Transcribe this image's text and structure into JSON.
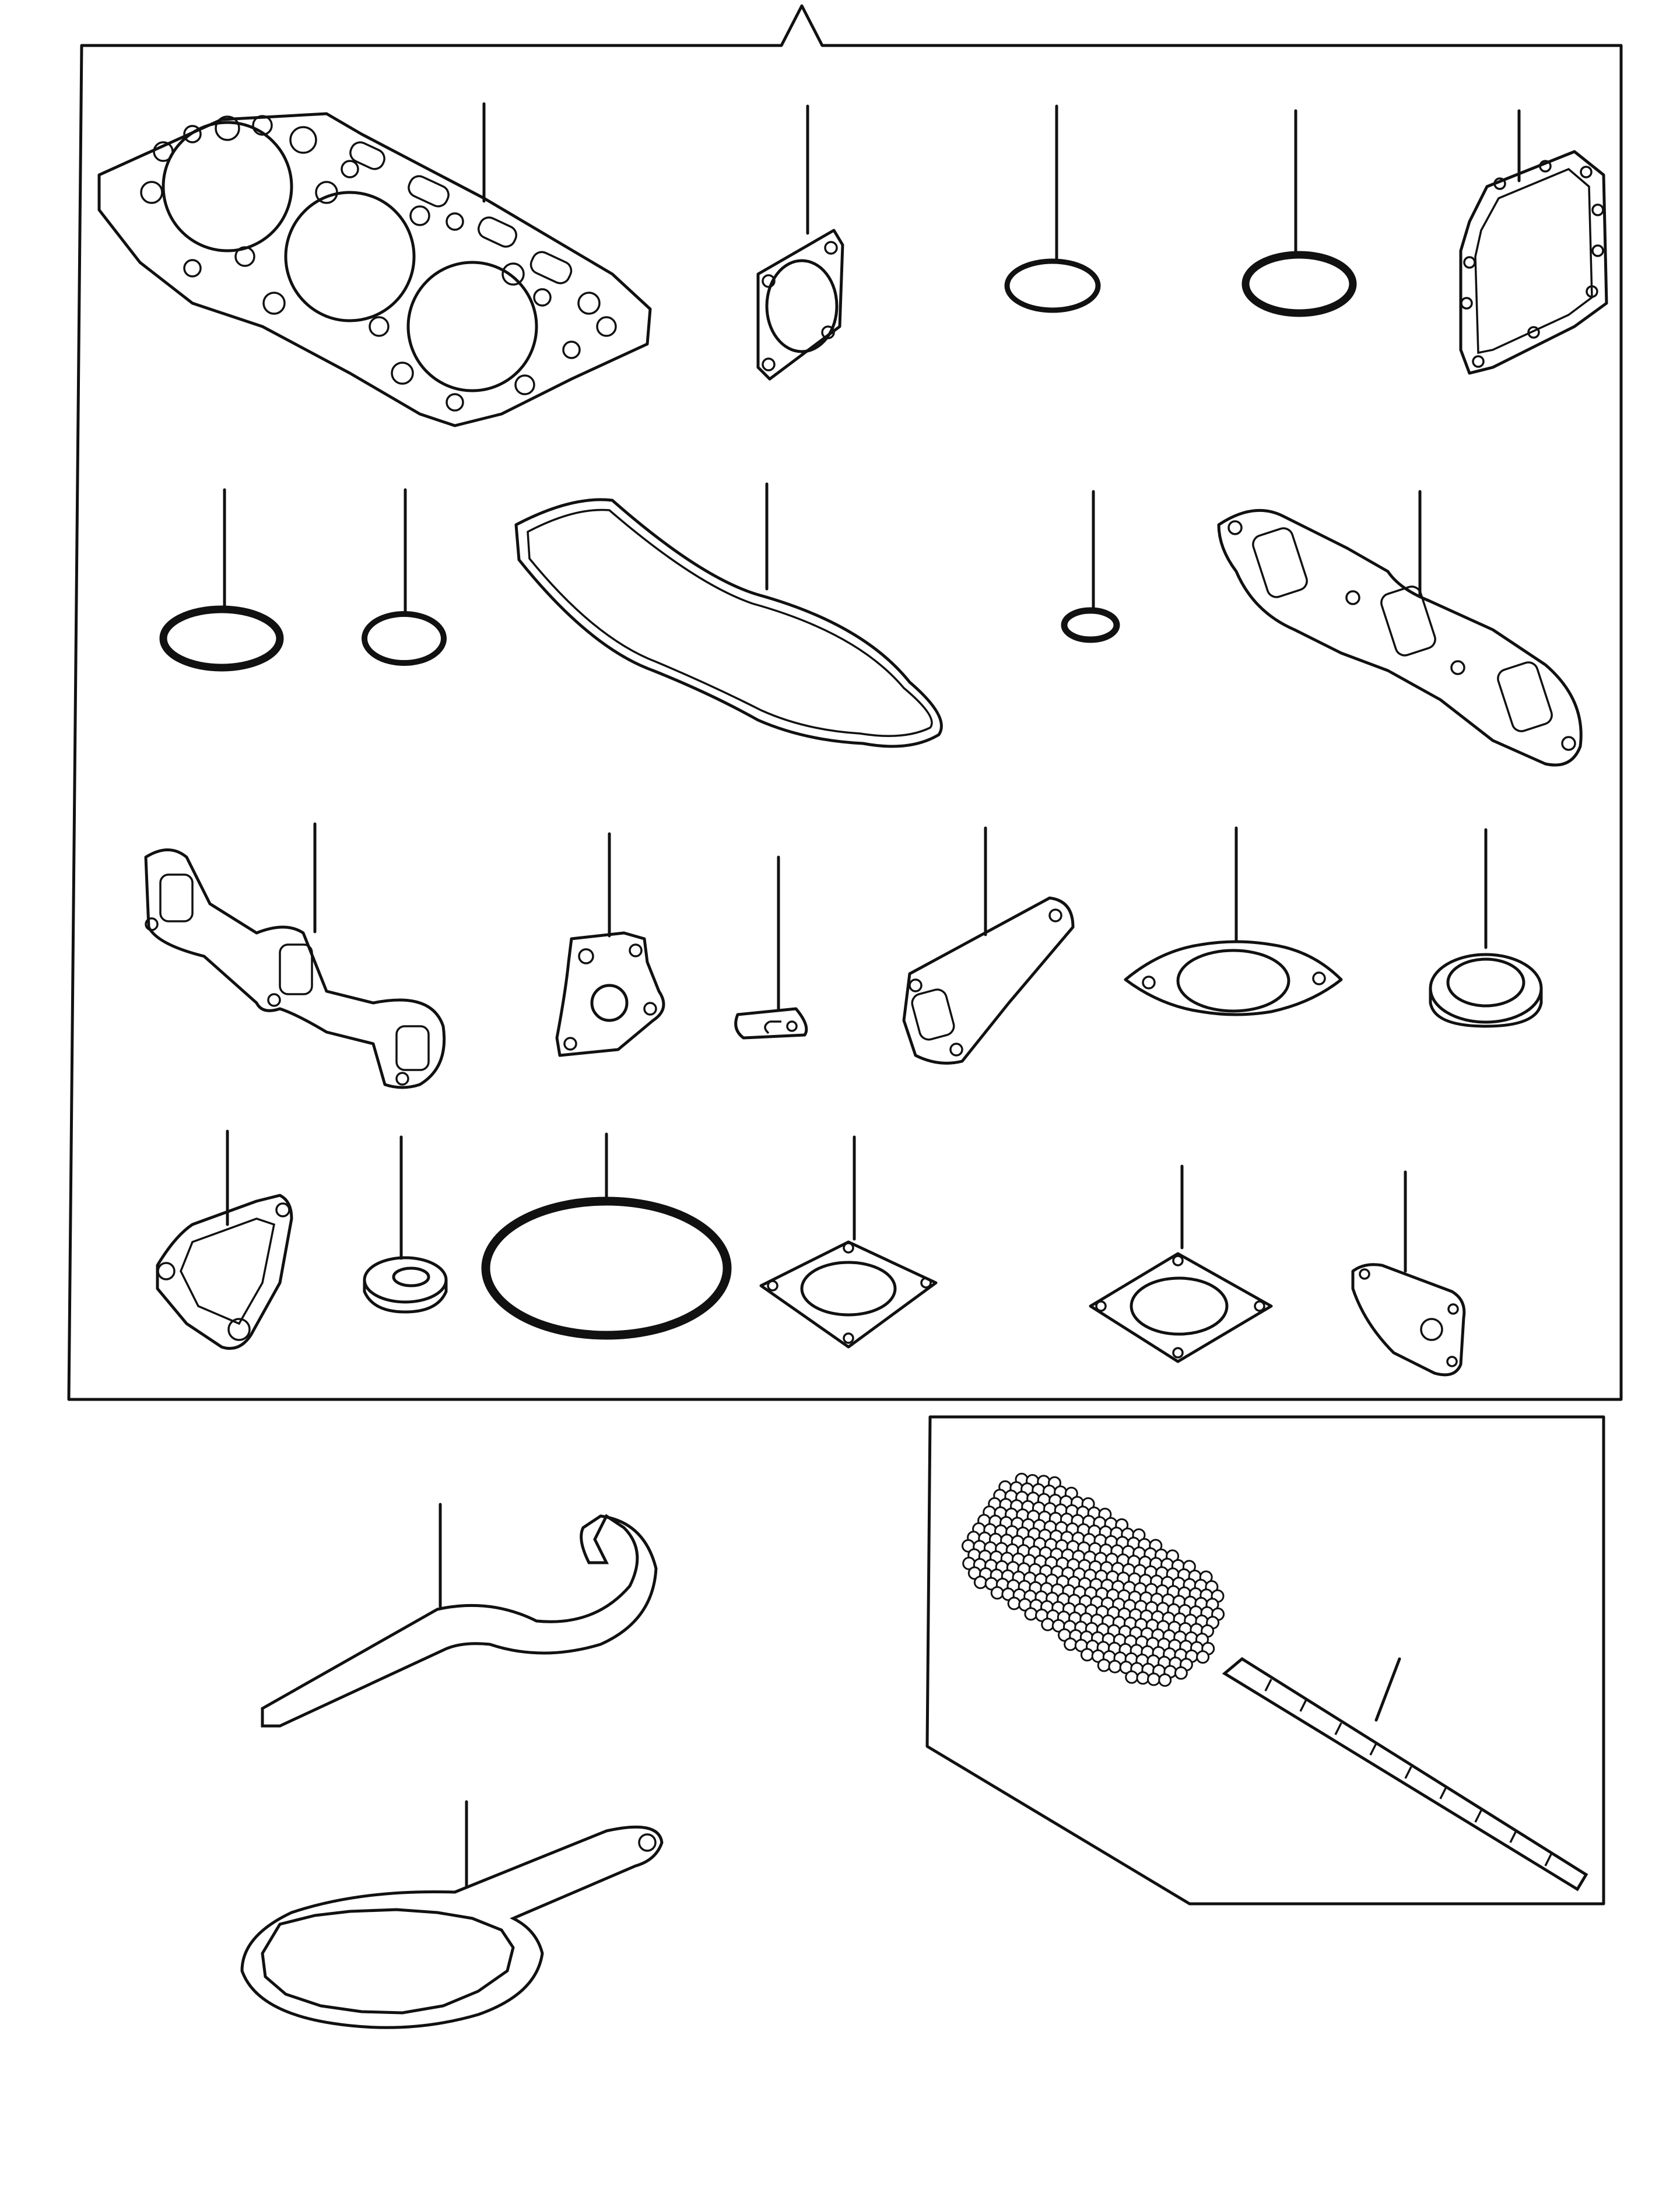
{
  "figure": {
    "kind": "exploded-parts-illustration",
    "line_color": "#111111",
    "background": "#ffffff"
  },
  "groups": [
    {
      "name": "gasket-kit",
      "rows": 4,
      "items_per_row": [
        5,
        5,
        6,
        6
      ]
    },
    {
      "name": "service-tools",
      "items": [
        "hook-spanner-wrench",
        "filter-wrench"
      ]
    },
    {
      "name": "cylinder-hone",
      "items": [
        "ball-hone-brush"
      ]
    }
  ]
}
